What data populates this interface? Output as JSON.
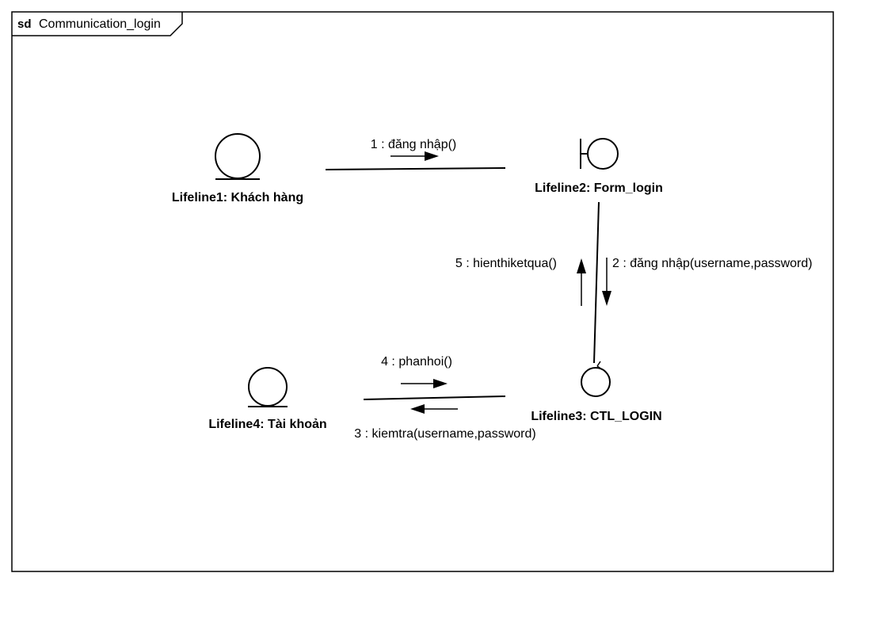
{
  "frame": {
    "keyword": "sd",
    "name": "Communication_login"
  },
  "lifelines": {
    "l1": {
      "label": "Lifeline1: Khách hàng",
      "shape": "entity"
    },
    "l2": {
      "label": "Lifeline2: Form_login",
      "shape": "boundary"
    },
    "l3": {
      "label": "Lifeline3: CTL_LOGIN",
      "shape": "control"
    },
    "l4": {
      "label": "Lifeline4: Tài khoản",
      "shape": "entity"
    }
  },
  "messages": {
    "m1": {
      "label": "1 : đăng nhập()"
    },
    "m2": {
      "label": "2 : đăng nhập(username,password)"
    },
    "m3": {
      "label": "3 : kiemtra(username,password)"
    },
    "m4": {
      "label": "4 : phanhoi()"
    },
    "m5": {
      "label": "5 : hienthiketqua()"
    }
  }
}
